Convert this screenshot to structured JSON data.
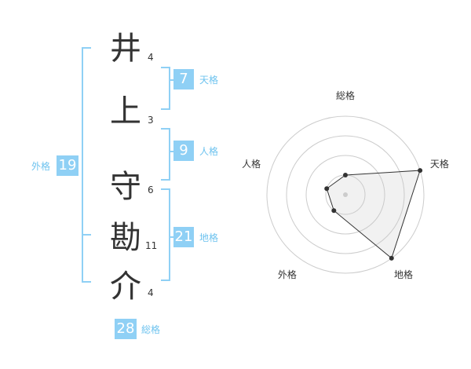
{
  "name": {
    "characters": [
      {
        "char": "井",
        "strokes": "4"
      },
      {
        "char": "上",
        "strokes": "3"
      },
      {
        "char": "守",
        "strokes": "6"
      },
      {
        "char": "勘",
        "strokes": "11"
      },
      {
        "char": "介",
        "strokes": "4"
      }
    ]
  },
  "fortune": {
    "tenkaku": {
      "label": "天格",
      "value": "7"
    },
    "jinkaku": {
      "label": "人格",
      "value": "9"
    },
    "chikaku": {
      "label": "地格",
      "value": "21"
    },
    "gaikaku": {
      "label": "外格",
      "value": "19"
    },
    "soukaku": {
      "label": "総格",
      "value": "28"
    }
  },
  "chart_data": {
    "type": "radar",
    "axes": [
      "総格",
      "天格",
      "地格",
      "外格",
      "人格"
    ],
    "values": [
      1,
      4,
      4,
      1,
      1
    ],
    "range": [
      0,
      4
    ],
    "rings": 4
  },
  "colors": {
    "accent": "#8fd0f5",
    "label": "#6ec3ef",
    "text": "#333333"
  }
}
